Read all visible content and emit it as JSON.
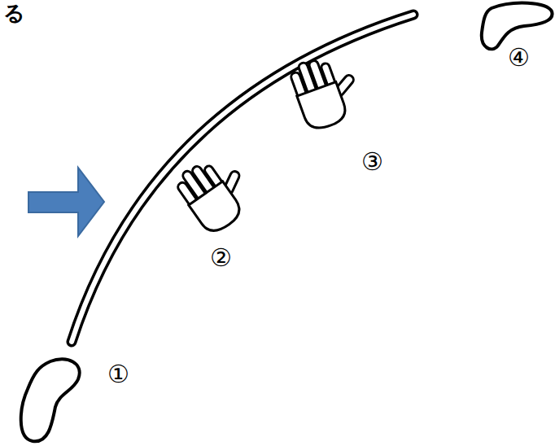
{
  "diagram": {
    "labels": [
      "る",
      "①",
      "②",
      "③",
      "④"
    ]
  }
}
